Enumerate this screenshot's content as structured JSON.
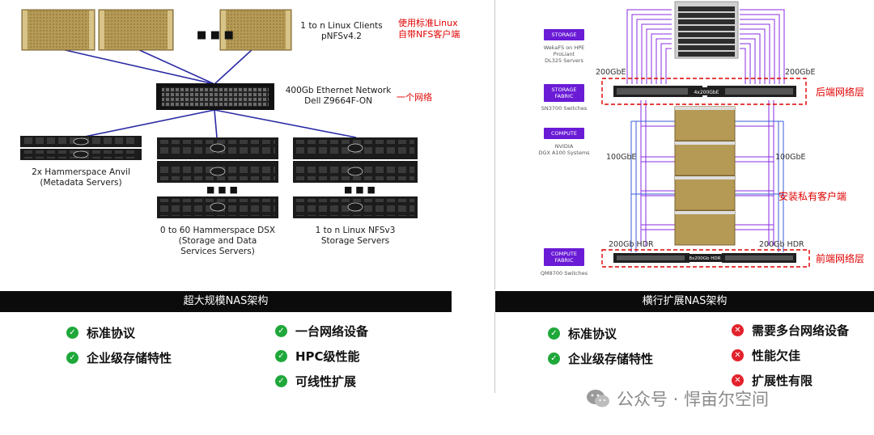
{
  "left": {
    "clients": {
      "line1": "1 to n Linux Clients",
      "line2": "pNFSv4.2"
    },
    "clients_note": {
      "line1": "使用标准Linux",
      "line2": "自带NFS客户端"
    },
    "network": {
      "line1": "400Gb Ethernet Network",
      "line2": "Dell Z9664F-ON"
    },
    "network_note": "一个网络",
    "anvil": {
      "line1": "2x Hammerspace Anvil",
      "line2": "(Metadata Servers)"
    },
    "dsx": {
      "line1": "0 to 60 Hammerspace DSX",
      "line2": "(Storage and Data",
      "line3": "Services Servers)"
    },
    "nfs": {
      "line1": "1 to n Linux NFSv3",
      "line2": "Storage Servers"
    },
    "ellipsis": "■ ■ ■",
    "banner": "超大规模NAS架构",
    "features_col1": [
      "标准协议",
      "企业级存储特性"
    ],
    "features_col2": [
      "一台网络设备",
      "HPC级性能",
      "可线性扩展"
    ]
  },
  "right": {
    "badges": {
      "storage": "STORAGE",
      "storage_fabric_1": "STORAGE",
      "storage_fabric_2": "FABRIC",
      "compute": "COMPUTE",
      "compute_fabric_1": "COMPUTE",
      "compute_fabric_2": "FABRIC"
    },
    "captions": {
      "storage_1": "WekaFS on HPE",
      "storage_2": "ProLiant",
      "storage_3": "DL325 Servers",
      "storage_fabric": "SN3700 Switches",
      "compute_1": "NVIDIA",
      "compute_2": "DGX A100 Systems",
      "compute_fabric": "QM8700 Switches"
    },
    "speed_200gbe": "200GbE",
    "speed_100gbe": "100GbE",
    "speed_200hdr": "200Gb HDR",
    "switch_top_label": "4x200GbE",
    "switch_bottom_label": "8x200Gb HDR",
    "note_backend": "后端网络层",
    "note_client": "安装私有客户端",
    "note_frontend": "前端网络层",
    "banner": "横行扩展NAS架构",
    "features_ok": [
      "标准协议",
      "企业级存储特性"
    ],
    "features_bad": [
      "需要多台网络设备",
      "性能欠佳",
      "扩展性有限"
    ]
  },
  "icons": {
    "ok": "check-circle-icon",
    "bad": "cross-circle-icon"
  },
  "colors": {
    "ok": "#1fa83a",
    "bad": "#e3212b",
    "accent": "#6a1bd6",
    "link": "#2b2ba6",
    "note": "#e00000"
  },
  "watermark": "公众号 · 悍亩尔空间"
}
